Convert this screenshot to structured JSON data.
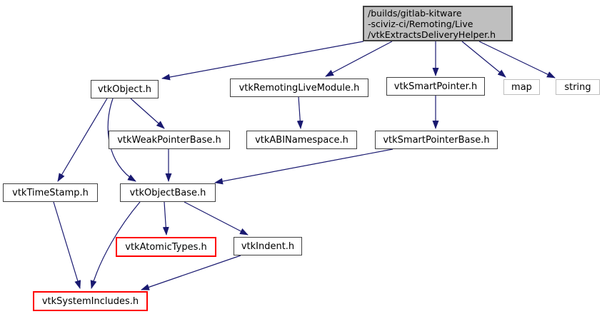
{
  "colors": {
    "edge": "#191970",
    "main_node_bg": "#bfbfbf",
    "node_bg": "#ffffff",
    "node_border": "#404040",
    "external_node_border": "#bebebe",
    "truncated_node_border": "#ff0000"
  },
  "graph": {
    "type": "include-dependency-graph",
    "nodes": [
      {
        "id": "main",
        "label": "/builds/gitlab-kitware\n-sciviz-ci/Remoting/Live\n/vtkExtractsDeliveryHelper.h",
        "style": "main"
      },
      {
        "id": "vtkObject",
        "label": "vtkObject.h",
        "style": "normal"
      },
      {
        "id": "vtkRemotingLiveModule",
        "label": "vtkRemotingLiveModule.h",
        "style": "normal"
      },
      {
        "id": "vtkSmartPointer",
        "label": "vtkSmartPointer.h",
        "style": "normal"
      },
      {
        "id": "map",
        "label": "map",
        "style": "external"
      },
      {
        "id": "string",
        "label": "string",
        "style": "external"
      },
      {
        "id": "vtkWeakPointerBase",
        "label": "vtkWeakPointerBase.h",
        "style": "normal"
      },
      {
        "id": "vtkABINamespace",
        "label": "vtkABINamespace.h",
        "style": "normal"
      },
      {
        "id": "vtkSmartPointerBase",
        "label": "vtkSmartPointerBase.h",
        "style": "normal"
      },
      {
        "id": "vtkTimeStamp",
        "label": "vtkTimeStamp.h",
        "style": "normal"
      },
      {
        "id": "vtkObjectBase",
        "label": "vtkObjectBase.h",
        "style": "normal"
      },
      {
        "id": "vtkAtomicTypes",
        "label": "vtkAtomicTypes.h",
        "style": "truncated"
      },
      {
        "id": "vtkIndent",
        "label": "vtkIndent.h",
        "style": "normal"
      },
      {
        "id": "vtkSystemIncludes",
        "label": "vtkSystemIncludes.h",
        "style": "truncated"
      }
    ],
    "edges": [
      {
        "from": "main",
        "to": "vtkObject"
      },
      {
        "from": "main",
        "to": "vtkRemotingLiveModule"
      },
      {
        "from": "main",
        "to": "vtkSmartPointer"
      },
      {
        "from": "main",
        "to": "map"
      },
      {
        "from": "main",
        "to": "string"
      },
      {
        "from": "vtkObject",
        "to": "vtkTimeStamp"
      },
      {
        "from": "vtkObject",
        "to": "vtkWeakPointerBase"
      },
      {
        "from": "vtkObject",
        "to": "vtkObjectBase"
      },
      {
        "from": "vtkRemotingLiveModule",
        "to": "vtkABINamespace"
      },
      {
        "from": "vtkSmartPointer",
        "to": "vtkSmartPointerBase"
      },
      {
        "from": "vtkSmartPointerBase",
        "to": "vtkObjectBase"
      },
      {
        "from": "vtkWeakPointerBase",
        "to": "vtkObjectBase"
      },
      {
        "from": "vtkObjectBase",
        "to": "vtkAtomicTypes"
      },
      {
        "from": "vtkObjectBase",
        "to": "vtkIndent"
      },
      {
        "from": "vtkObjectBase",
        "to": "vtkSystemIncludes"
      },
      {
        "from": "vtkTimeStamp",
        "to": "vtkSystemIncludes"
      },
      {
        "from": "vtkIndent",
        "to": "vtkSystemIncludes"
      }
    ]
  }
}
